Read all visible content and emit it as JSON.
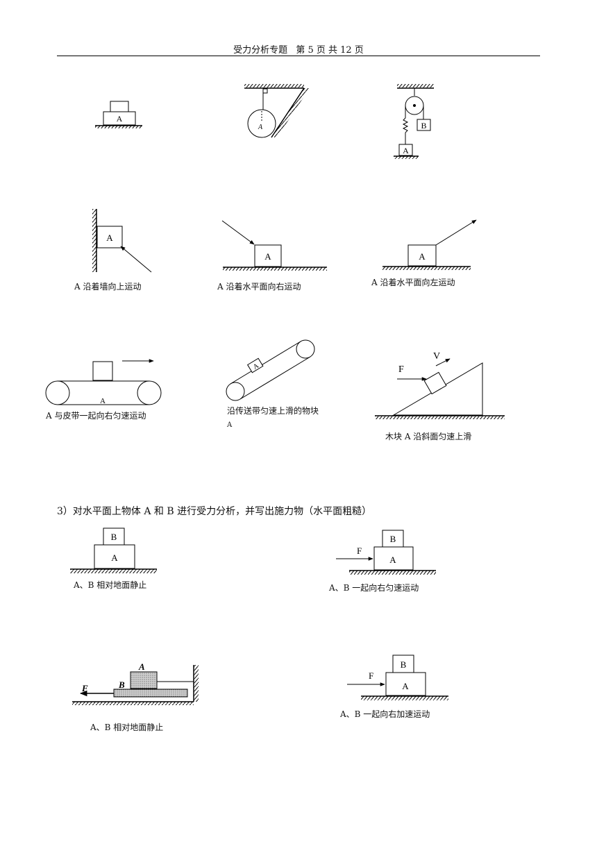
{
  "header": {
    "title": "受力分析专题",
    "page": "第 5 页 共 12 页"
  },
  "figures": {
    "stacked_blocks_top": {
      "label": "A"
    },
    "hanging_ball": {
      "label": "A"
    },
    "pulley": {
      "label_a": "A",
      "label_b": "B"
    },
    "wall_block": {
      "label": "A",
      "caption": "A 沿着墙向上运动"
    },
    "push_right": {
      "label": "A",
      "caption": "A 沿着水平面向右运动"
    },
    "pull_left": {
      "label": "A",
      "caption": "A 沿着水平面向左运动"
    },
    "belt_horizontal": {
      "label": "A",
      "caption": "A 与皮带一起向右匀速运动"
    },
    "belt_incline": {
      "label": "A",
      "caption_line1": "沿传送带匀速上滑的物块",
      "caption_line2": "A"
    },
    "incline": {
      "force": "F",
      "velocity": "V",
      "caption": "木块 A 沿斜面匀速上滑"
    }
  },
  "section3": {
    "heading": "3）对水平面上物体 A 和 B 进行受力分析，并写出施力物（水平面粗糙）",
    "fig1": {
      "a": "A",
      "b": "B",
      "caption": "A、B 相对地面静止"
    },
    "fig2": {
      "a": "A",
      "b": "B",
      "force": "F",
      "caption": "A、B 一起向右匀速运动"
    },
    "fig3": {
      "a": "A",
      "b": "B",
      "force": "F",
      "caption": "A、B 相对地面静止"
    },
    "fig4": {
      "a": "A",
      "b": "B",
      "force": "F",
      "caption": "A、B 一起向右加速运动"
    }
  }
}
